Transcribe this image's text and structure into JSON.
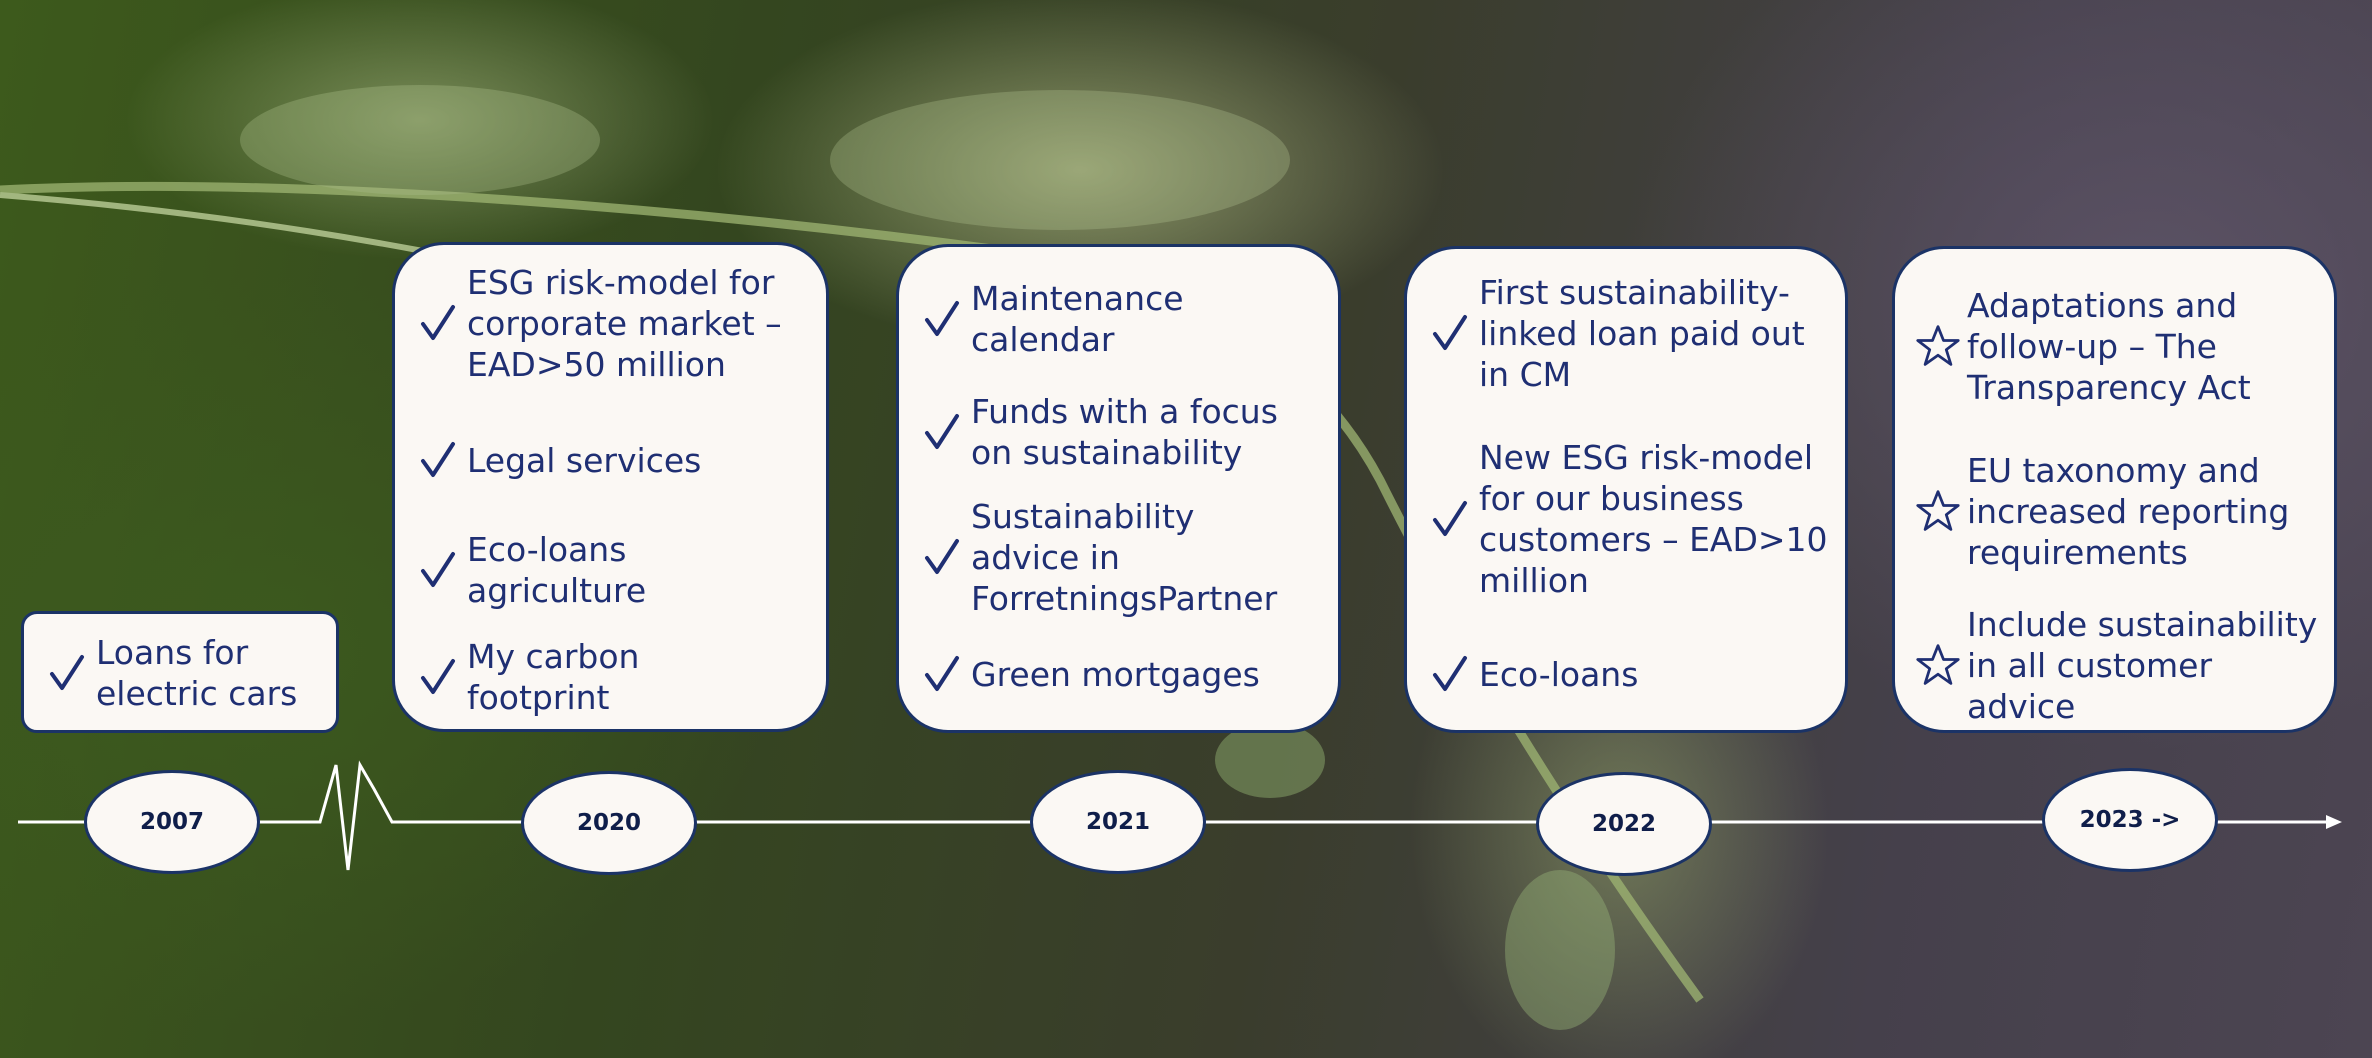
{
  "colors": {
    "box_fill": "#fbf8f4",
    "box_border": "#1b3366",
    "text": "#1f2f73",
    "timeline": "#ffffff"
  },
  "years": [
    "2007",
    "2020",
    "2021",
    "2022",
    "2023 ->"
  ],
  "boxes": [
    {
      "year": "2007",
      "items": [
        {
          "icon": "check-icon",
          "text": "Loans for\nelectric cars"
        }
      ]
    },
    {
      "year": "2020",
      "items": [
        {
          "icon": "check-icon",
          "text": "ESG risk-model for\ncorporate market –\nEAD>50 million"
        },
        {
          "icon": "check-icon",
          "text": "Legal services"
        },
        {
          "icon": "check-icon",
          "text": "Eco-loans\nagriculture"
        },
        {
          "icon": "check-icon",
          "text": "My carbon\nfootprint"
        }
      ]
    },
    {
      "year": "2021",
      "items": [
        {
          "icon": "check-icon",
          "text": "Maintenance\ncalendar"
        },
        {
          "icon": "check-icon",
          "text": "Funds with a focus\non sustainability"
        },
        {
          "icon": "check-icon",
          "text": "Sustainability\nadvice in\nForretningsPartner"
        },
        {
          "icon": "check-icon",
          "text": "Green mortgages"
        }
      ]
    },
    {
      "year": "2022",
      "items": [
        {
          "icon": "check-icon",
          "text": "First sustainability-\nlinked loan paid out\nin CM"
        },
        {
          "icon": "check-icon",
          "text": "New ESG risk-model\nfor our business\ncustomers – EAD>10\nmillion"
        },
        {
          "icon": "check-icon",
          "text": "Eco-loans"
        }
      ]
    },
    {
      "year": "2023 ->",
      "items": [
        {
          "icon": "star-icon",
          "text": "Adaptations and\nfollow-up – The\nTransparency Act"
        },
        {
          "icon": "star-icon",
          "text": "EU taxonomy and\nincreased reporting\nrequirements"
        },
        {
          "icon": "star-icon",
          "text": "Include sustainability\nin all customer\nadvice"
        }
      ]
    }
  ]
}
